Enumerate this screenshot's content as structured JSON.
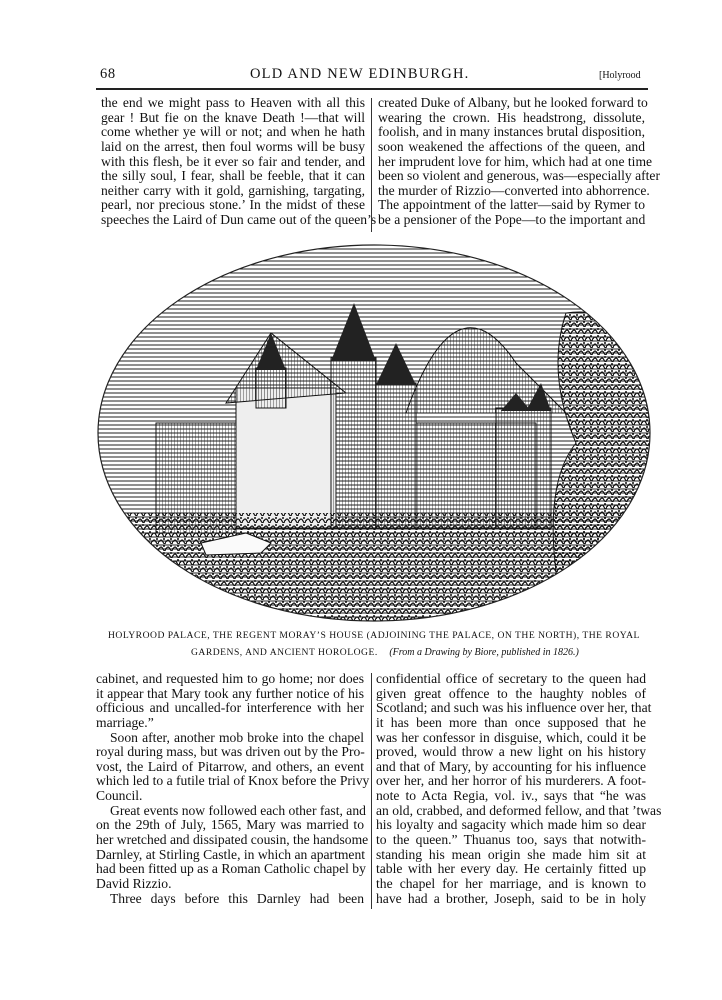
{
  "header": {
    "page_number": "68",
    "running_title": "OLD AND NEW EDINBURGH.",
    "section": "[Holyrood"
  },
  "top": {
    "left": [
      "the end we might pass to Heaven with all this",
      "gear ! But fie on the knave Death !—that will",
      "come whether ye will or not; and when he hath",
      "laid on the arrest, then foul worms will be busy",
      "with this flesh, be it ever so fair and tender, and",
      "the silly soul, I fear, shall be feeble, that it can",
      "neither carry with it gold, garnishing, targating,",
      "pearl, nor precious stone.’ In the midst of these",
      "speeches the Laird of Dun came out of the queen’s"
    ],
    "right": [
      "created Duke of Albany, but he looked forward to",
      "wearing the crown. His headstrong, dissolute,",
      "foolish, and in many instances brutal disposition,",
      "soon weakened the affections of the queen, and",
      "her imprudent love for him, which had at one time",
      "been so violent and generous, was—especially after",
      "the murder of Rizzio—converted into abhorrence.",
      "The appointment of the latter—said by Rymer to",
      "be a pensioner of the Pope—to the important and"
    ]
  },
  "illustration": {
    "caption_line1": "HOLYROOD PALACE, THE REGENT MORAY’S HOUSE (ADJOINING THE PALACE, ON THE NORTH), THE ROYAL",
    "caption_line2": "GARDENS, AND ANCIENT HOROLOGE.",
    "caption_credit": "(From a Drawing by Biore, published in 1826.)"
  },
  "bottom": {
    "left": [
      "cabinet, and requested him to go home; nor does",
      "it appear that Mary took any further notice of his",
      "officious and uncalled-for interference with her",
      "marriage.”",
      "Soon after, another mob broke into the chapel",
      "royal during mass, but was driven out by the Pro-",
      "vost, the Laird of Pitarrow, and others, an event",
      "which led to a futile trial of Knox before the Privy",
      "Council.",
      "Great events now followed each other fast, and",
      "on the 29th of July, 1565, Mary was married to",
      "her wretched and dissipated cousin, the handsome",
      "Darnley, at Stirling Castle, in which an apartment",
      "had been fitted up as a Roman Catholic chapel by",
      "David Rizzio.",
      "Three days before this Darnley had been"
    ],
    "right": [
      "confidential office of secretary to the queen had",
      "given great offence to the haughty nobles of",
      "Scotland; and such was his influence over her, that",
      "it has been more than once supposed that he",
      "was her confessor in disguise, which, could it be",
      "proved, would throw a new light on his history",
      "and that of Mary, by accounting for his influence",
      "over her, and her horror of his murderers. A foot-",
      "note to Acta Regia, vol. iv., says that “he was",
      "an old, crabbed, and deformed fellow, and that ’twas",
      "his loyalty and sagacity which made him so dear",
      "to the queen.” Thuanus too, says that notwith-",
      "standing his mean origin she made him sit at",
      "table with her every day. He certainly fitted up",
      "the chapel for her marriage, and is known to",
      "have had a brother, Joseph, said to be in holy"
    ]
  }
}
